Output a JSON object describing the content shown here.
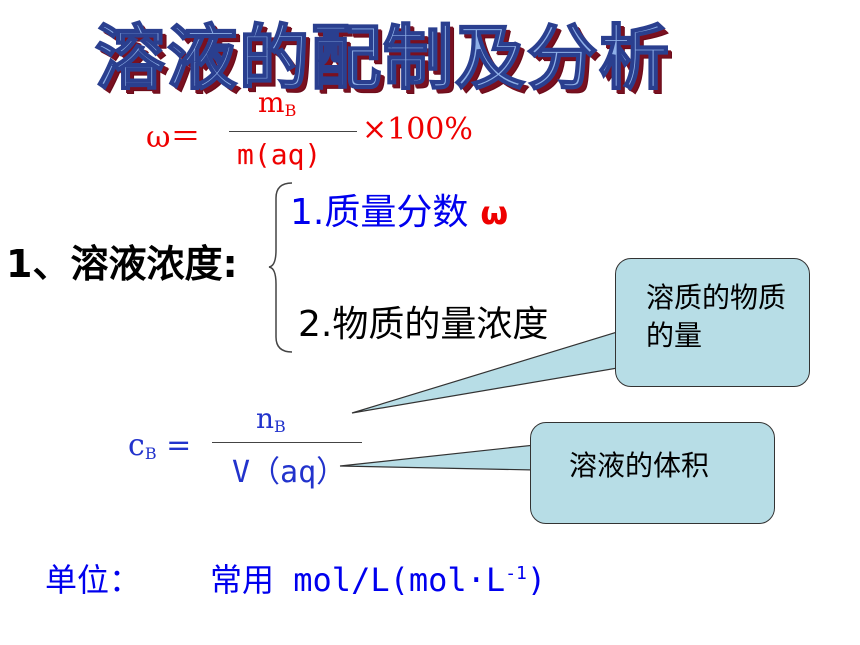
{
  "title": "溶液的配制及分析",
  "mass_fraction": {
    "lhs": "ω＝",
    "numerator": "m",
    "numerator_sub": "B",
    "denominator": "m(aq)",
    "suffix": "×100%"
  },
  "section1": {
    "heading": "1、溶液浓度:",
    "item1": "1.质量分数",
    "item1_symbol": "ω",
    "item2": "2.物质的量浓度"
  },
  "callouts": {
    "solute_amount": "溶质的物质的量",
    "solution_volume": "溶液的体积"
  },
  "molar_concentration": {
    "lhs": "c",
    "lhs_sub": "B",
    "lhs_eq": " =",
    "numerator": "n",
    "numerator_sub": "B",
    "denominator": "V（aq）"
  },
  "units": {
    "label": "单位：",
    "value": "常用 mol/L(mol·L",
    "sup": "-1",
    "close": ")"
  },
  "colors": {
    "red": "#ee0000",
    "blue": "#0000ee",
    "callout_fill": "#b7dde6"
  }
}
